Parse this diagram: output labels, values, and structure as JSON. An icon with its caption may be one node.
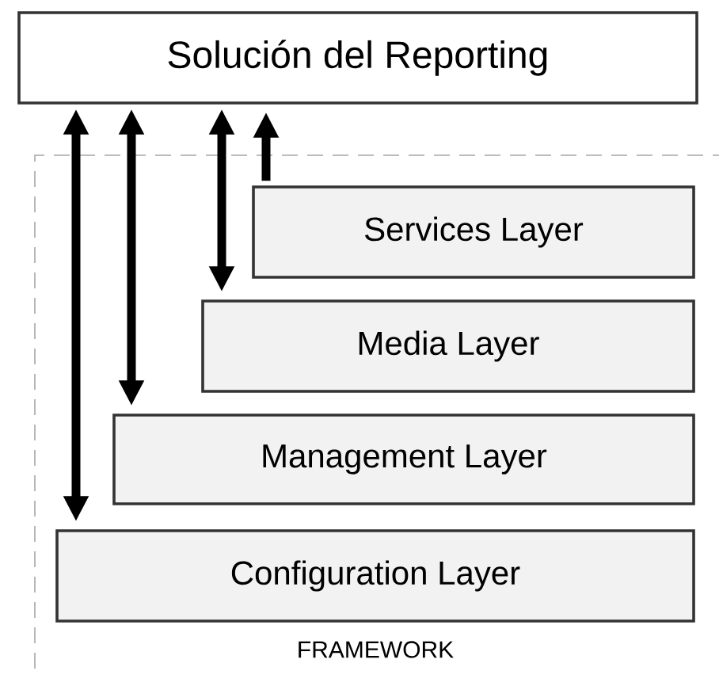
{
  "diagram": {
    "nodes": [
      {
        "text": [
          "Solución del Reporting"
        ]
      },
      {
        "text": [
          "FRAMEWORK"
        ]
      },
      {
        "text": [
          "Services Layer"
        ],
        "in": 1
      },
      {
        "text": [
          "Media Layer"
        ],
        "in": 1
      },
      {
        "text": [
          "Management Layer"
        ],
        "in": 1
      },
      {
        "text": [
          "Configuration Layer"
        ],
        "in": 1
      }
    ],
    "edges": [
      {
        "from": 0,
        "to": 5,
        "arrow": "both"
      },
      {
        "from": 0,
        "to": 4,
        "arrow": "both"
      },
      {
        "from": 0,
        "to": 3,
        "arrow": "both"
      },
      {
        "from": 2,
        "to": 0,
        "arrow": "to"
      }
    ]
  }
}
